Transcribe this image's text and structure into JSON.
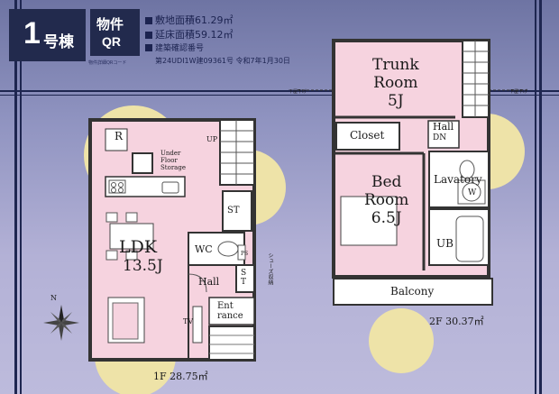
{
  "unit_badge": {
    "number": "1",
    "suffix": "号棟"
  },
  "qr_badge": {
    "line1": "物件",
    "line2": "QR"
  },
  "qr_caption": "物件詳細QRコード",
  "info": {
    "site_area": "敷地面積61.29㎡",
    "floor_area": "延床面積59.12㎡",
    "cert_title": "建築確認番号",
    "cert_number": "第24UDI1W建09361号 令和7年1月30日"
  },
  "floor1": {
    "area_caption": "1F 28.75㎡",
    "rooms": {
      "ldk_name": "LDK",
      "ldk_size": "13.5J",
      "underfloor_1": "Under",
      "underfloor_2": "Floor",
      "underfloor_3": "Storage",
      "up": "UP",
      "st_upper": "ST",
      "wc": "WC",
      "hall": "Hall",
      "st_lower": "S\nT",
      "entrance": "Ent\nrance",
      "tv": "TV",
      "r_mark": "R",
      "ps": "PS"
    },
    "shoes_note": "シューズ収納"
  },
  "floor2": {
    "area_caption": "2F 30.37㎡",
    "rooms": {
      "trunk_1": "Trunk",
      "trunk_2": "Room",
      "trunk_size": "5J",
      "closet": "Closet",
      "hall": "Hall",
      "dn": "DN",
      "bed": "Bed",
      "bed_room": "Room",
      "bed_size": "6.5J",
      "lavatory": "Lavatory",
      "w": "W",
      "ub": "UB",
      "balcony": "Balcony"
    },
    "ceiling_note_left": "下屋下げ",
    "ceiling_note_right": "下屋下げ"
  },
  "compass": {
    "north": "N"
  },
  "colors": {
    "accent": "#222a4d",
    "room_fill": "#f6d3df",
    "wet_fill": "#ffffff",
    "highlight": "#eee3a8"
  }
}
